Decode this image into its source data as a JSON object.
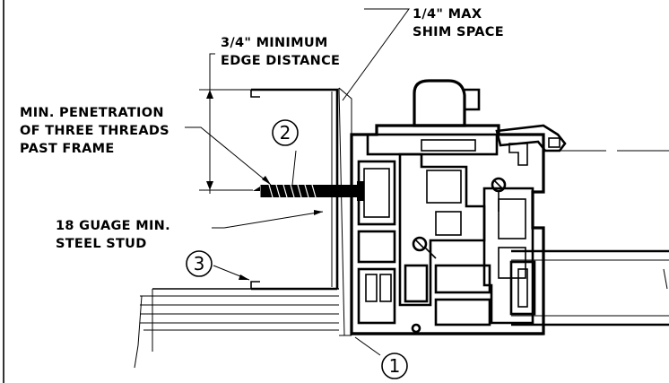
{
  "notes": {
    "shim_line1": "1/4\" MAX",
    "shim_line2": "SHIM SPACE",
    "edge_line1": "3/4\" MINIMUM",
    "edge_line2": "EDGE DISTANCE",
    "pen_line1": "MIN. PENETRATION",
    "pen_line2": "OF THREE THREADS",
    "pen_line3": "PAST FRAME",
    "stud_line1": "18 GUAGE MIN.",
    "stud_line2": "STEEL STUD"
  },
  "callouts": {
    "c1": "1",
    "c2": "2",
    "c3": "3"
  }
}
